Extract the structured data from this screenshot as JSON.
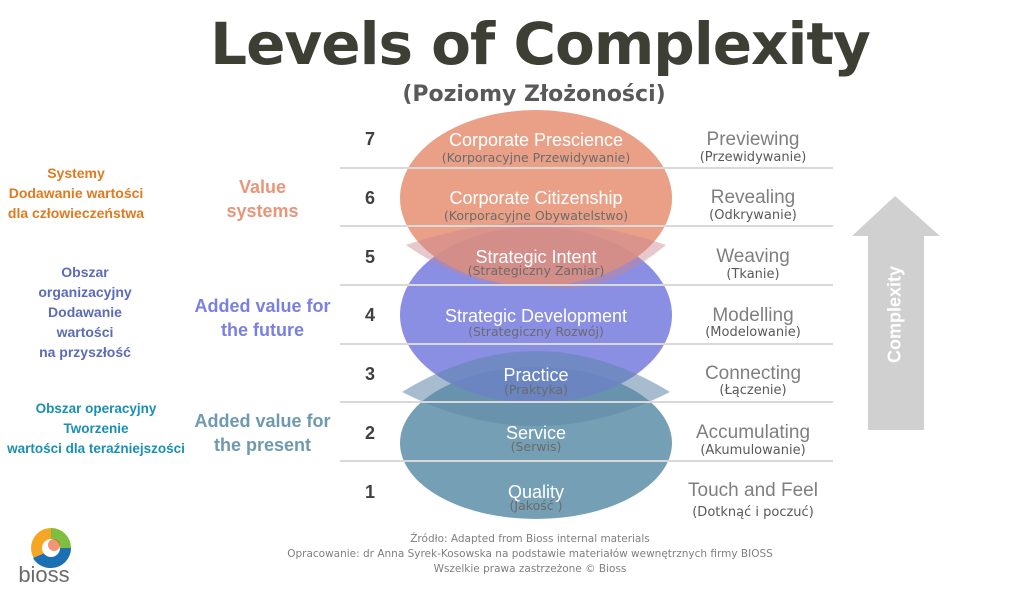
{
  "title": "Levels of Complexity",
  "subtitle": "(Poziomy Złożoności)",
  "levels": [
    {
      "num": "1",
      "label": "Quality",
      "label_pl": "(Jakość )",
      "right": "Touch and Feel",
      "right_pl": "(Dotknąć i poczuć)"
    },
    {
      "num": "2",
      "label": "Service",
      "label_pl": "(Serwis)",
      "right": "Accumulating",
      "right_pl": "(Akumulowanie)"
    },
    {
      "num": "3",
      "label": "Practice",
      "label_pl": "(Praktyka)",
      "right": "Connecting",
      "right_pl": "(Łączenie)"
    },
    {
      "num": "4",
      "label": "Strategic Development",
      "label_pl": "(Strategiczny Rozwój)",
      "right": "Modelling",
      "right_pl": "(Modelowanie)"
    },
    {
      "num": "5",
      "label": "Strategic Intent",
      "label_pl": "(Strategiczny Zamiar)",
      "right": "Weaving",
      "right_pl": "(Tkanie)"
    },
    {
      "num": "6",
      "label": "Corporate Citizenship",
      "label_pl": "(Korporacyjne Obywatelstwo)",
      "right": "Revealing",
      "right_pl": "(Odkrywanie)"
    },
    {
      "num": "7",
      "label": "Corporate Prescience",
      "label_pl": "(Korporacyjne Przewidywanie)",
      "right": "Previewing",
      "right_pl": "(Przewidywanie)"
    }
  ],
  "groups": {
    "value_systems": {
      "line1": "Value",
      "line2": "systems",
      "color": "#e8967a"
    },
    "future": {
      "line1": "Added value for",
      "line2": "the future",
      "color": "#7a80e0"
    },
    "present": {
      "line1": "Added value for",
      "line2": "the present",
      "color": "#6e9ab0"
    }
  },
  "left_labels": {
    "orange": {
      "lines": [
        "Systemy",
        "Dodawanie wartości",
        "dla człowieczeństwa"
      ],
      "color": "#e07a1f"
    },
    "blue": {
      "lines": [
        "Obszar",
        "organizacyjny",
        "Dodawanie",
        "wartości",
        "na przyszłość"
      ],
      "color": "#5b6bb8"
    },
    "teal": {
      "lines": [
        "Obszar operacyjny",
        "Tworzenie",
        "wartości dla teraźniejszości"
      ],
      "color": "#1a8fb5"
    }
  },
  "arrow_label": "Complexity",
  "footer": [
    "Źródło: Adapted from Bioss internal materials",
    "Opracowanie: dr Anna Syrek-Kosowska na podstawie materiałów wewnętrznych firmy BIOSS",
    "Wszelkie prawa zastrzeżone © Bioss"
  ],
  "logo_text": "bioss",
  "colors": {
    "ellipse_top": "#e8967a",
    "ellipse_mid": "#7a80e0",
    "ellipse_bottom": "#6e9ab0",
    "arrow": "#d0d0d0"
  }
}
